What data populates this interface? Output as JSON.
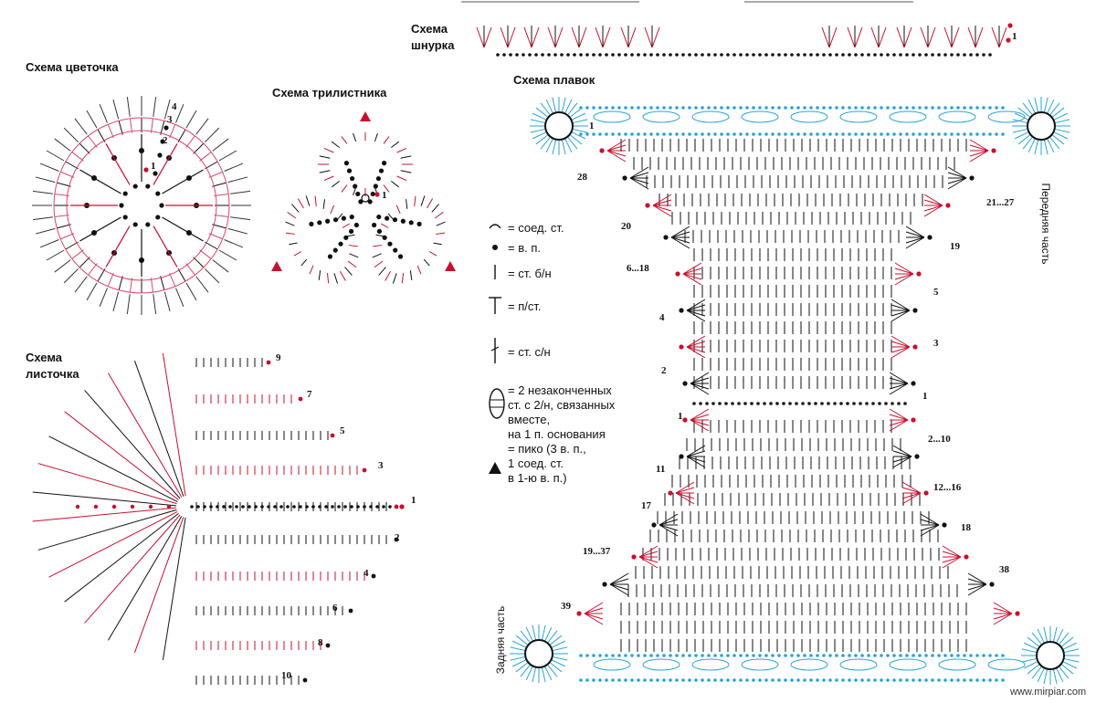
{
  "titles": {
    "flower": "Схема цветочка",
    "trefoil": "Схема трилистника",
    "leaf_line1": "Схема",
    "leaf_line2": "листочка",
    "cord_line1": "Схема",
    "cord_line2": "шнурка",
    "bottoms": "Схема плавок"
  },
  "legend": [
    {
      "symbol": "arc",
      "text": "= соед. ст."
    },
    {
      "symbol": "dot",
      "text": "= в. п."
    },
    {
      "symbol": "bar",
      "text": "= ст. б/н"
    },
    {
      "symbol": "tee",
      "text": "= п/ст."
    },
    {
      "symbol": "dc",
      "text": "= ст. с/н"
    },
    {
      "symbol": "oval",
      "text": "= 2 незаконченных\nст. с 2/н, связанных\nвместе,\nна 1 п. основания"
    },
    {
      "symbol": "triangle",
      "text": "= пико (3 в. п.,\n1 соед. ст.\nв 1-ю в. п.)"
    }
  ],
  "labels": {
    "front": "Передняя часть",
    "back": "Задняя часть",
    "watermark": "www.mirpiar.com"
  },
  "flower_rows": [
    "1",
    "2",
    "3",
    "4"
  ],
  "leaf_rows": [
    "1",
    "2",
    "3",
    "4",
    "5",
    "6",
    "7",
    "8",
    "9",
    "10"
  ],
  "cord_rows": [
    "1"
  ],
  "bottoms_rows": {
    "left": [
      "1",
      "28",
      "20",
      "6...18",
      "4",
      "2",
      "1",
      "11",
      "17",
      "19...37",
      "39"
    ],
    "right": [
      "21...27",
      "19",
      "5",
      "3",
      "1",
      "2...10",
      "12...16",
      "18",
      "38"
    ]
  },
  "colors": {
    "red": "#c8102e",
    "pink": "#d94a6a",
    "black": "#111111",
    "blue": "#29a3d6",
    "text": "#111111"
  }
}
